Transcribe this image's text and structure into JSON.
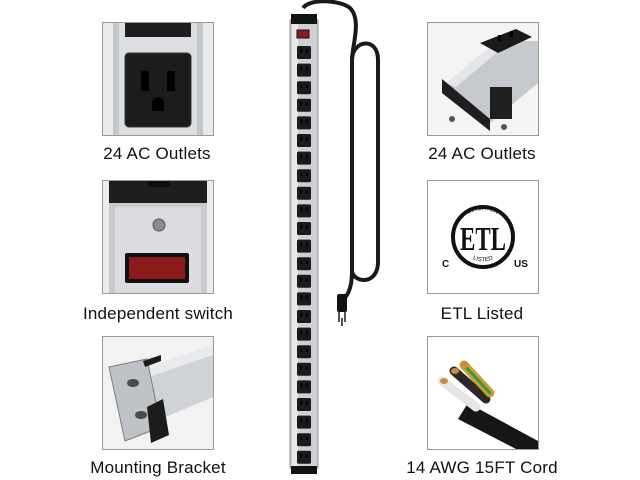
{
  "features": {
    "top_left": {
      "caption": "24 AC Outlets",
      "image": "outlet-closeup"
    },
    "mid_left": {
      "caption": "Independent switch",
      "image": "red-rocker-switch"
    },
    "bottom_left": {
      "caption": "Mounting Bracket",
      "image": "mounting-bracket"
    },
    "top_right": {
      "caption": "24 AC Outlets",
      "image": "power-strip-end-cap"
    },
    "mid_right": {
      "caption": "ETL Listed",
      "image": "etl-logo"
    },
    "bottom_right": {
      "caption": "14 AWG 15FT Cord",
      "image": "cord-cross-section"
    }
  },
  "etl_logo": {
    "top_text": "INTERTEK",
    "bottom_text": "LISTED",
    "left_text": "C",
    "right_text": "US",
    "mark": "ETL"
  },
  "colors": {
    "aluminum": "#c9cbcf",
    "dark": "#1d1d1d",
    "switch_red": "#8b1a1a",
    "border": "#9a9a9a"
  }
}
